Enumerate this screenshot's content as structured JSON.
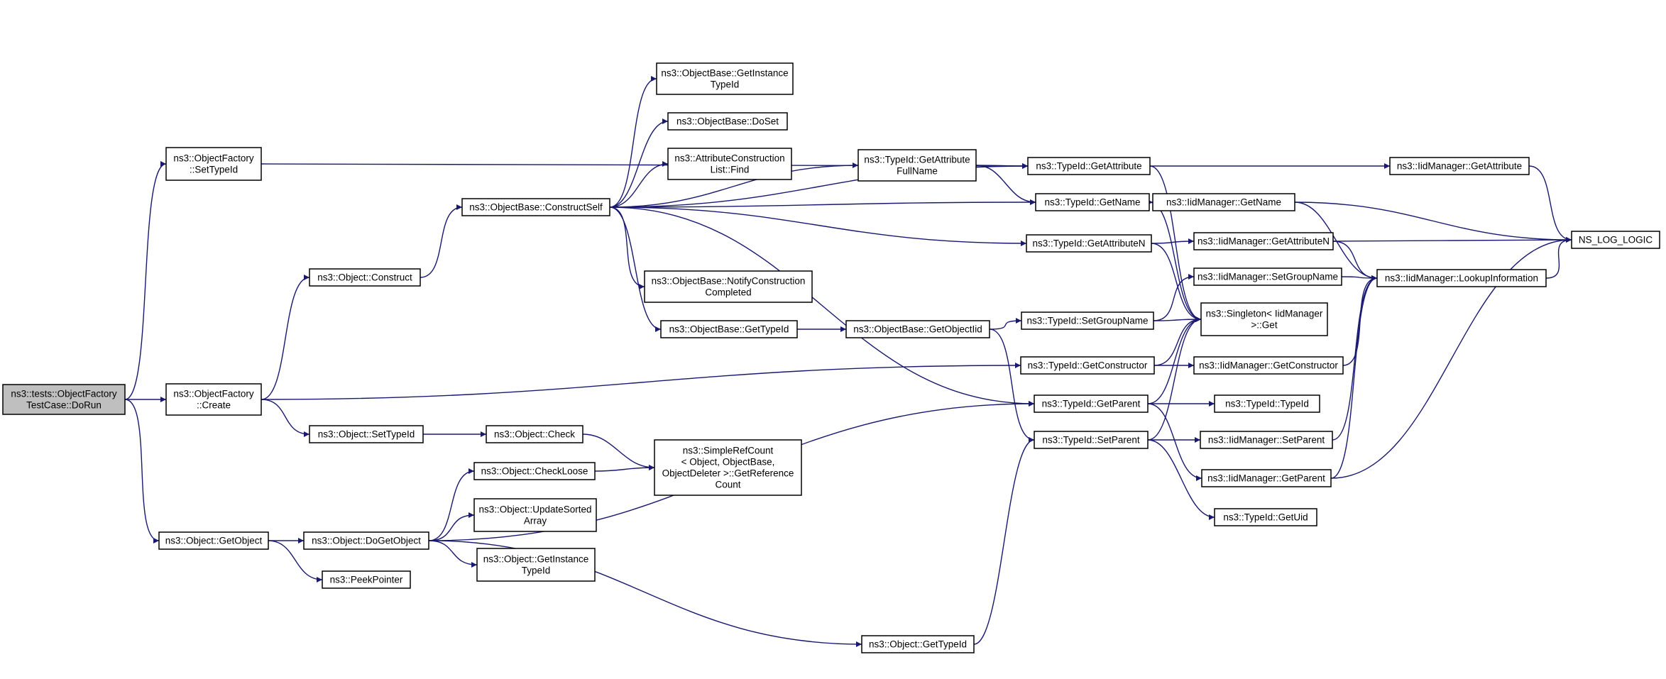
{
  "graph": {
    "nodes": [
      {
        "id": "root",
        "lines": [
          "ns3::tests::ObjectFactory",
          "TestCase::DoRun"
        ],
        "root": true
      },
      {
        "id": "of_settypeid",
        "lines": [
          "ns3::ObjectFactory",
          "::SetTypeId"
        ]
      },
      {
        "id": "of_create",
        "lines": [
          "ns3::ObjectFactory",
          "::Create"
        ]
      },
      {
        "id": "obj_getobject",
        "lines": [
          "ns3::Object::GetObject"
        ]
      },
      {
        "id": "obj_construct",
        "lines": [
          "ns3::Object::Construct"
        ]
      },
      {
        "id": "obj_settypeid",
        "lines": [
          "ns3::Object::SetTypeId"
        ]
      },
      {
        "id": "obj_dogetobject",
        "lines": [
          "ns3::Object::DoGetObject"
        ]
      },
      {
        "id": "peekpointer",
        "lines": [
          "ns3::PeekPointer"
        ]
      },
      {
        "id": "ob_constructself",
        "lines": [
          "ns3::ObjectBase::ConstructSelf"
        ]
      },
      {
        "id": "obj_check",
        "lines": [
          "ns3::Object::Check"
        ]
      },
      {
        "id": "obj_checkloose",
        "lines": [
          "ns3::Object::CheckLoose"
        ]
      },
      {
        "id": "obj_updatesorted",
        "lines": [
          "ns3::Object::UpdateSorted",
          "Array"
        ]
      },
      {
        "id": "obj_getinstancetypeid",
        "lines": [
          "ns3::Object::GetInstance",
          "TypeId"
        ]
      },
      {
        "id": "ob_getinstancetypeid",
        "lines": [
          "ns3::ObjectBase::GetInstance",
          "TypeId"
        ]
      },
      {
        "id": "ob_doset",
        "lines": [
          "ns3::ObjectBase::DoSet"
        ]
      },
      {
        "id": "acl_find",
        "lines": [
          "ns3::AttributeConstruction",
          "List::Find"
        ]
      },
      {
        "id": "ob_notify",
        "lines": [
          "ns3::ObjectBase::NotifyConstruction",
          "Completed"
        ]
      },
      {
        "id": "ob_gettypeid",
        "lines": [
          "ns3::ObjectBase::GetTypeId"
        ]
      },
      {
        "id": "src_getref",
        "lines": [
          "ns3::SimpleRefCount",
          "< Object, ObjectBase,",
          "ObjectDeleter >::GetReference",
          "Count"
        ]
      },
      {
        "id": "obj_gettypeid",
        "lines": [
          "ns3::Object::GetTypeId"
        ]
      },
      {
        "id": "tid_getattrfullname",
        "lines": [
          "ns3::TypeId::GetAttribute",
          "FullName"
        ]
      },
      {
        "id": "ob_getobjectiid",
        "lines": [
          "ns3::ObjectBase::GetObjectIid"
        ]
      },
      {
        "id": "tid_getattribute",
        "lines": [
          "ns3::TypeId::GetAttribute"
        ]
      },
      {
        "id": "tid_getname",
        "lines": [
          "ns3::TypeId::GetName"
        ]
      },
      {
        "id": "tid_getattributen",
        "lines": [
          "ns3::TypeId::GetAttributeN"
        ]
      },
      {
        "id": "tid_setgroupname",
        "lines": [
          "ns3::TypeId::SetGroupName"
        ]
      },
      {
        "id": "tid_getconstructor",
        "lines": [
          "ns3::TypeId::GetConstructor"
        ]
      },
      {
        "id": "tid_getparent",
        "lines": [
          "ns3::TypeId::GetParent"
        ]
      },
      {
        "id": "tid_setparent",
        "lines": [
          "ns3::TypeId::SetParent"
        ]
      },
      {
        "id": "iid_getname",
        "lines": [
          "ns3::IidManager::GetName"
        ]
      },
      {
        "id": "iid_getattributen",
        "lines": [
          "ns3::IidManager::GetAttributeN"
        ]
      },
      {
        "id": "iid_setgroupname",
        "lines": [
          "ns3::IidManager::SetGroupName"
        ]
      },
      {
        "id": "singleton_get",
        "lines": [
          "ns3::Singleton< IidManager",
          ">::Get"
        ]
      },
      {
        "id": "iid_getconstructor",
        "lines": [
          "ns3::IidManager::GetConstructor"
        ]
      },
      {
        "id": "tid_typeid",
        "lines": [
          "ns3::TypeId::TypeId"
        ]
      },
      {
        "id": "iid_setparent",
        "lines": [
          "ns3::IidManager::SetParent"
        ]
      },
      {
        "id": "iid_getparent",
        "lines": [
          "ns3::IidManager::GetParent"
        ]
      },
      {
        "id": "tid_getuid",
        "lines": [
          "ns3::TypeId::GetUid"
        ]
      },
      {
        "id": "iid_getattribute",
        "lines": [
          "ns3::IidManager::GetAttribute"
        ]
      },
      {
        "id": "iid_lookupinfo",
        "lines": [
          "ns3::IidManager::LookupInformation"
        ]
      },
      {
        "id": "ns_log_logic",
        "lines": [
          "NS_LOG_LOGIC"
        ]
      }
    ],
    "edges": [
      [
        "root",
        "of_settypeid"
      ],
      [
        "root",
        "of_create"
      ],
      [
        "root",
        "obj_getobject"
      ],
      [
        "of_settypeid",
        "tid_getattribute"
      ],
      [
        "of_create",
        "obj_construct"
      ],
      [
        "of_create",
        "obj_settypeid"
      ],
      [
        "of_create",
        "tid_getconstructor"
      ],
      [
        "obj_getobject",
        "obj_dogetobject"
      ],
      [
        "obj_getobject",
        "peekpointer"
      ],
      [
        "obj_construct",
        "ob_constructself"
      ],
      [
        "obj_settypeid",
        "obj_check"
      ],
      [
        "obj_dogetobject",
        "obj_checkloose"
      ],
      [
        "obj_dogetobject",
        "obj_updatesorted"
      ],
      [
        "obj_dogetobject",
        "obj_getinstancetypeid"
      ],
      [
        "obj_dogetobject",
        "tid_getparent"
      ],
      [
        "obj_dogetobject",
        "obj_gettypeid"
      ],
      [
        "obj_check",
        "src_getref"
      ],
      [
        "obj_checkloose",
        "src_getref"
      ],
      [
        "ob_constructself",
        "tid_getattrfullname"
      ],
      [
        "ob_constructself",
        "ob_getinstancetypeid"
      ],
      [
        "ob_constructself",
        "ob_doset"
      ],
      [
        "ob_constructself",
        "acl_find"
      ],
      [
        "ob_constructself",
        "tid_getname"
      ],
      [
        "ob_constructself",
        "tid_getattributen"
      ],
      [
        "ob_constructself",
        "ob_notify"
      ],
      [
        "ob_constructself",
        "ob_gettypeid"
      ],
      [
        "ob_constructself",
        "tid_getparent"
      ],
      [
        "ob_constructself",
        "tid_getattribute"
      ],
      [
        "ob_gettypeid",
        "ob_getobjectiid"
      ],
      [
        "ob_getobjectiid",
        "tid_setgroupname"
      ],
      [
        "ob_getobjectiid",
        "tid_setparent"
      ],
      [
        "obj_gettypeid",
        "tid_setparent"
      ],
      [
        "tid_getattrfullname",
        "tid_getattribute"
      ],
      [
        "tid_getattrfullname",
        "tid_getname"
      ],
      [
        "tid_getattribute",
        "iid_getattribute"
      ],
      [
        "tid_getattribute",
        "singleton_get"
      ],
      [
        "tid_getname",
        "iid_getname"
      ],
      [
        "tid_getname",
        "singleton_get"
      ],
      [
        "tid_getattributen",
        "iid_getattributen"
      ],
      [
        "tid_getattributen",
        "singleton_get"
      ],
      [
        "tid_setgroupname",
        "iid_setgroupname"
      ],
      [
        "tid_setgroupname",
        "singleton_get"
      ],
      [
        "tid_getconstructor",
        "iid_getconstructor"
      ],
      [
        "tid_getconstructor",
        "singleton_get"
      ],
      [
        "tid_getparent",
        "tid_typeid"
      ],
      [
        "tid_getparent",
        "iid_getparent"
      ],
      [
        "tid_getparent",
        "singleton_get"
      ],
      [
        "tid_setparent",
        "iid_setparent"
      ],
      [
        "tid_setparent",
        "tid_getuid"
      ],
      [
        "tid_setparent",
        "singleton_get"
      ],
      [
        "iid_getattribute",
        "ns_log_logic"
      ],
      [
        "iid_getname",
        "ns_log_logic"
      ],
      [
        "iid_getname",
        "iid_lookupinfo"
      ],
      [
        "iid_getattributen",
        "ns_log_logic"
      ],
      [
        "iid_getattributen",
        "iid_lookupinfo"
      ],
      [
        "iid_setgroupname",
        "iid_lookupinfo"
      ],
      [
        "iid_getconstructor",
        "iid_lookupinfo"
      ],
      [
        "iid_setparent",
        "iid_lookupinfo"
      ],
      [
        "iid_getparent",
        "iid_lookupinfo"
      ],
      [
        "iid_getparent",
        "ns_log_logic"
      ],
      [
        "iid_lookupinfo",
        "ns_log_logic"
      ]
    ]
  },
  "colors": {
    "edge": "#191970",
    "root_fill": "#bfbfbf",
    "node_fill": "#ffffff",
    "border": "#000000"
  }
}
